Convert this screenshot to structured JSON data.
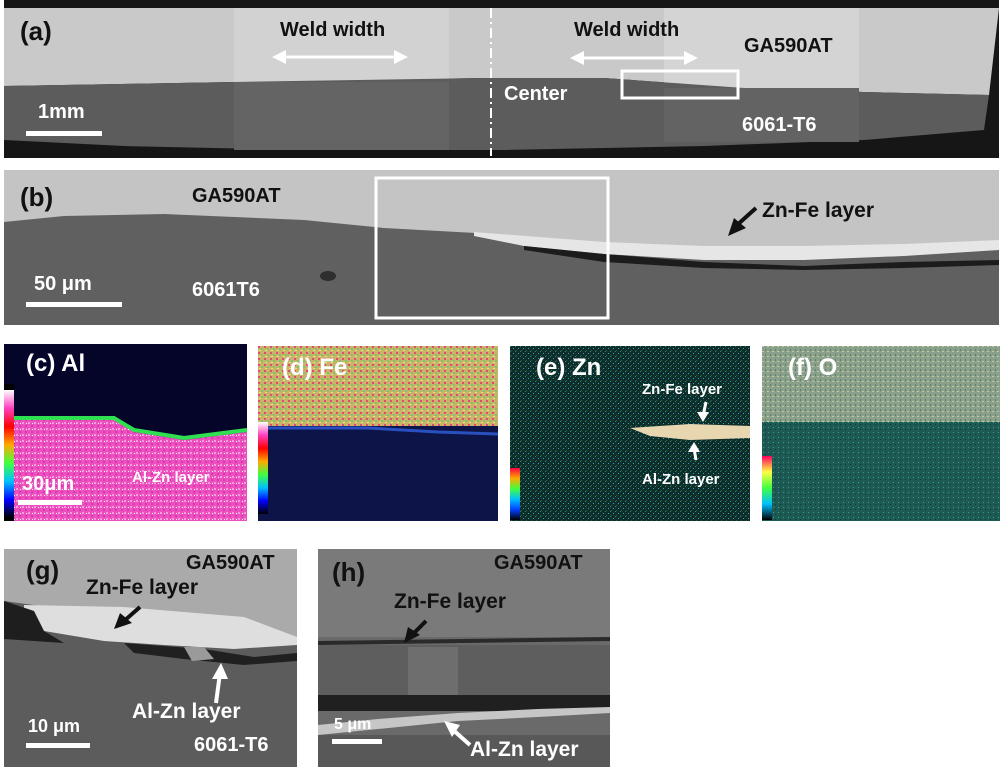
{
  "panels": {
    "a": {
      "tag": "(a)",
      "weld_width_left": "Weld width",
      "weld_width_right": "Weld width",
      "top_material": "GA590AT",
      "center": "Center",
      "bottom_material": "6061-T6",
      "scale": "1mm"
    },
    "b": {
      "tag": "(b)",
      "top_material": "GA590AT",
      "bottom_material": "6061T6",
      "layer": "Zn-Fe layer",
      "scale": "50 μm"
    },
    "c": {
      "tag": "(c) Al",
      "layer": "Al-Zn layer",
      "scale": "30μm"
    },
    "d": {
      "tag": "(d) Fe"
    },
    "e": {
      "tag": "(e) Zn",
      "layer_top": "Zn-Fe layer",
      "layer_bottom": "Al-Zn layer"
    },
    "f": {
      "tag": "(f) O"
    },
    "g": {
      "tag": "(g)",
      "top_material": "GA590AT",
      "layer_top": "Zn-Fe layer",
      "layer_bottom": "Al-Zn layer",
      "scale": "10 μm",
      "bottom_material": "6061-T6"
    },
    "h": {
      "tag": "(h)",
      "top_material": "GA590AT",
      "layer_top": "Zn-Fe layer",
      "layer_bottom": "Al-Zn layer",
      "scale": "5 μm"
    }
  }
}
